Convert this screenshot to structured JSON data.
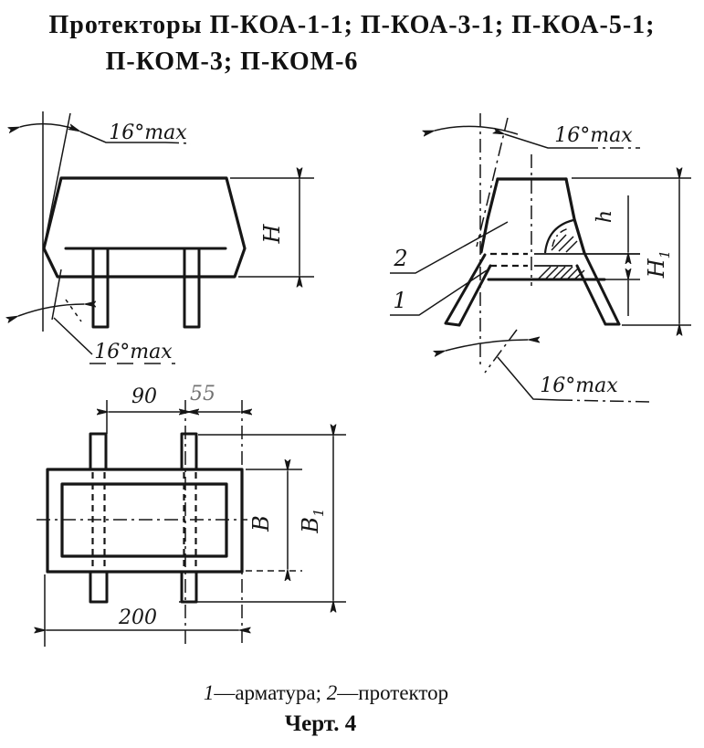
{
  "title": {
    "line1": "Протекторы П-КОА-1-1; П-КОА-3-1; П-КОА-5-1;",
    "line2": "П-КОМ-3; П-КОМ-6"
  },
  "side_view": {
    "angle_top": "16°max",
    "angle_bottom": "16°max",
    "height_label": "H"
  },
  "section_view": {
    "angle_top": "16°max",
    "angle_bottom": "16°max",
    "inset_height_label": "h",
    "overall_height_base": "H",
    "overall_height_sub": "1",
    "ref_protector": "2",
    "ref_armature": "1"
  },
  "plan_view": {
    "leg_pitch": "90",
    "edge_offset": "55",
    "length": "200",
    "width_label": "В",
    "overall_width_base": "В",
    "overall_width_sub": "1"
  },
  "caption": {
    "ref1_num": "1",
    "ref1_text": "—арматура; ",
    "ref2_num": "2",
    "ref2_text": "—протектор",
    "figure": "Черт. 4"
  },
  "colors": {
    "ink": "#161616",
    "paper": "#ffffff"
  }
}
